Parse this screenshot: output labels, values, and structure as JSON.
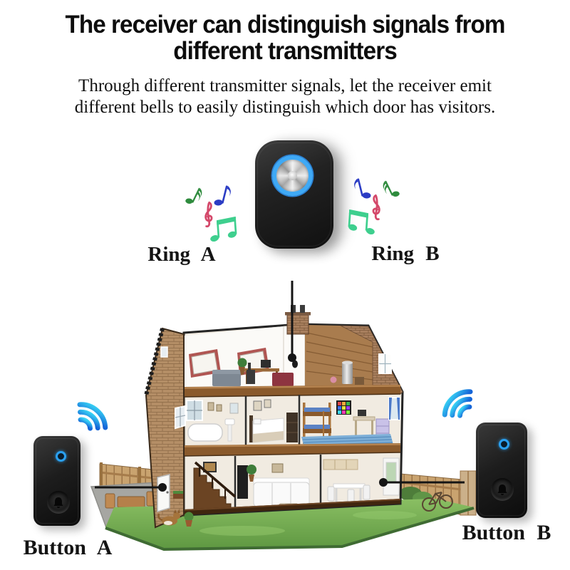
{
  "header": {
    "title_line1": "The receiver can distinguish signals from",
    "title_line2": "different transmitters",
    "subtitle_line1": "Through different transmitter signals, let the receiver emit",
    "subtitle_line2": "different bells to easily distinguish which door has visitors."
  },
  "receiver": {
    "ring_a_label": "Ring A",
    "ring_b_label": "Ring B"
  },
  "transmitters": {
    "button_a_label": "Button A",
    "button_b_label": "Button B"
  },
  "icons": {
    "receiver_button": "led-ring-button",
    "transmitter_led": "led-indicator",
    "transmitter_bell": "bell-icon",
    "wireless_left": "wifi-signal-icon",
    "wireless_right": "wifi-signal-icon",
    "notes": [
      "sixteenth-note-icon",
      "treble-clef-icon",
      "eighth-note-icon",
      "beamed-notes-icon"
    ]
  },
  "colors": {
    "background": "#ffffff",
    "text": "#0d0d0d",
    "device_black": "#1c1c1c",
    "led_ring_blue": "#3fa9f5",
    "wifi_cyan": "#38d4f5",
    "wifi_blue": "#1565d8",
    "note_green": "#2e8b3d",
    "note_mint": "#3ecf8e",
    "note_blue": "#2b3cc4",
    "note_pink": "#d4486a",
    "connector_line": "#151515",
    "lawn_green": "#6fae4d",
    "brick_tan": "#b48e66",
    "floor_brown": "#8a5a2c"
  }
}
